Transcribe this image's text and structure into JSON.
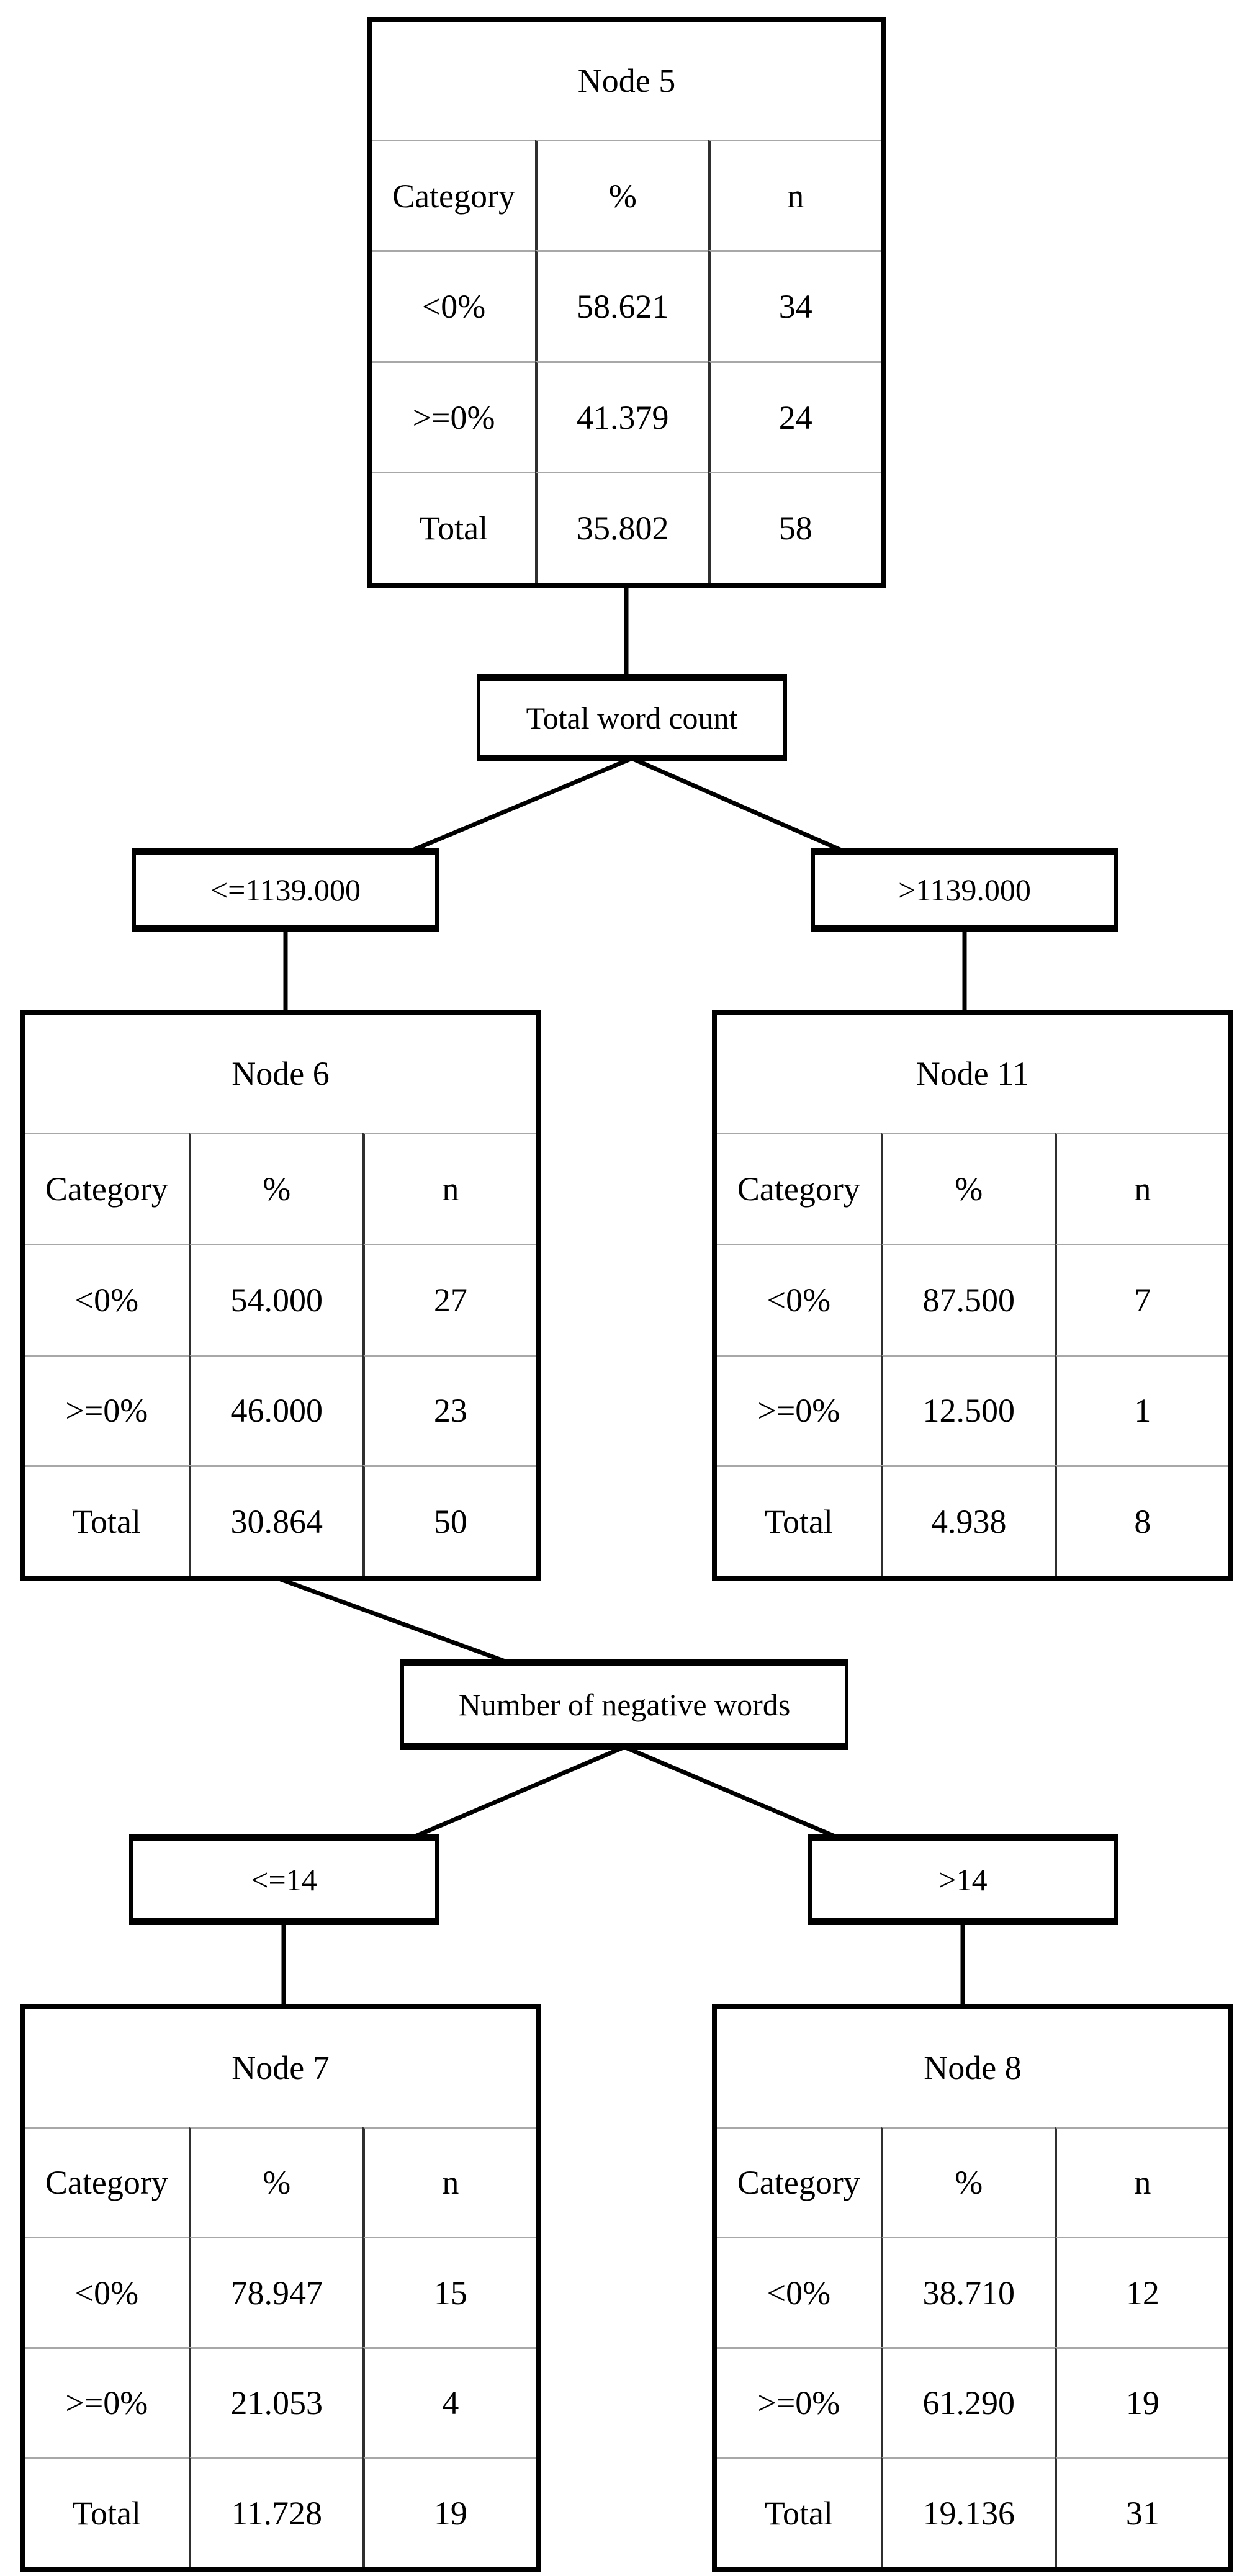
{
  "diagram": {
    "type": "decision_tree",
    "background_color": "#ffffff",
    "line_color": "#000000",
    "nodes": {
      "node5": {
        "title": "Node 5",
        "columns": [
          "Category",
          "%",
          "n"
        ],
        "rows": [
          [
            "<0%",
            "58.621",
            "34"
          ],
          [
            ">=0%",
            "41.379",
            "24"
          ],
          [
            "Total",
            "35.802",
            "58"
          ]
        ]
      },
      "node6": {
        "title": "Node 6",
        "columns": [
          "Category",
          "%",
          "n"
        ],
        "rows": [
          [
            "<0%",
            "54.000",
            "27"
          ],
          [
            ">=0%",
            "46.000",
            "23"
          ],
          [
            "Total",
            "30.864",
            "50"
          ]
        ]
      },
      "node11": {
        "title": "Node 11",
        "columns": [
          "Category",
          "%",
          "n"
        ],
        "rows": [
          [
            "<0%",
            "87.500",
            "7"
          ],
          [
            ">=0%",
            "12.500",
            "1"
          ],
          [
            "Total",
            "4.938",
            "8"
          ]
        ]
      },
      "node7": {
        "title": "Node 7",
        "columns": [
          "Category",
          "%",
          "n"
        ],
        "rows": [
          [
            "<0%",
            "78.947",
            "15"
          ],
          [
            ">=0%",
            "21.053",
            "4"
          ],
          [
            "Total",
            "11.728",
            "19"
          ]
        ]
      },
      "node8": {
        "title": "Node 8",
        "columns": [
          "Category",
          "%",
          "n"
        ],
        "rows": [
          [
            "<0%",
            "38.710",
            "12"
          ],
          [
            ">=0%",
            "61.290",
            "19"
          ],
          [
            "Total",
            "19.136",
            "31"
          ]
        ]
      }
    },
    "splits": {
      "split1": {
        "label": "Total word count",
        "left_branch": "<=1139.000",
        "right_branch": ">1139.000"
      },
      "split2": {
        "label": "Number of negative words",
        "left_branch": "<=14",
        "right_branch": ">14"
      }
    },
    "edges": [
      {
        "from": "node5",
        "to": "split1"
      },
      {
        "from": "split1",
        "to": "node6",
        "condition": "<=1139.000"
      },
      {
        "from": "split1",
        "to": "node11",
        "condition": ">1139.000"
      },
      {
        "from": "node6",
        "to": "split2"
      },
      {
        "from": "split2",
        "to": "node7",
        "condition": "<=14"
      },
      {
        "from": "split2",
        "to": "node8",
        "condition": ">14"
      }
    ]
  }
}
